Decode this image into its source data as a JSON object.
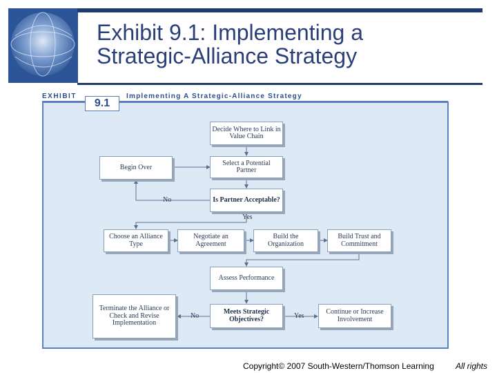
{
  "slide": {
    "title_line1": "Exhibit 9.1: Implementing a",
    "title_line2": "Strategic-Alliance Strategy",
    "copyright": "Copyright© 2007 South-Western/Thomson Learning",
    "rights": "All rights"
  },
  "exhibit": {
    "label": "EXHIBIT",
    "number": "9.1",
    "caption": "Implementing A Strategic-Alliance Strategy"
  },
  "nodes": {
    "decide": "Decide Where to Link in Value Chain",
    "select": "Select a Potential Partner",
    "begin_over": "Begin Over",
    "acceptable": "Is Partner Acceptable?",
    "choose": "Choose an Alliance Type",
    "negotiate": "Negotiate an Agreement",
    "build_org": "Build the Organization",
    "build_trust": "Build Trust and Commitment",
    "assess": "Assess Performance",
    "meets": "Meets Strategic Objectives?",
    "terminate": "Terminate the Alliance or Check and Revise Implementation",
    "continue": "Continue or Increase Involvement"
  },
  "edge_labels": {
    "no_partner": "No",
    "yes_partner": "Yes",
    "no_objectives": "No",
    "yes_objectives": "Yes"
  },
  "colors": {
    "title": "#2a3e78",
    "bar": "#1f3a6e",
    "panel": "#dde9f5",
    "panel_border": "#5a82c4",
    "edge": "#5a6e8e"
  }
}
